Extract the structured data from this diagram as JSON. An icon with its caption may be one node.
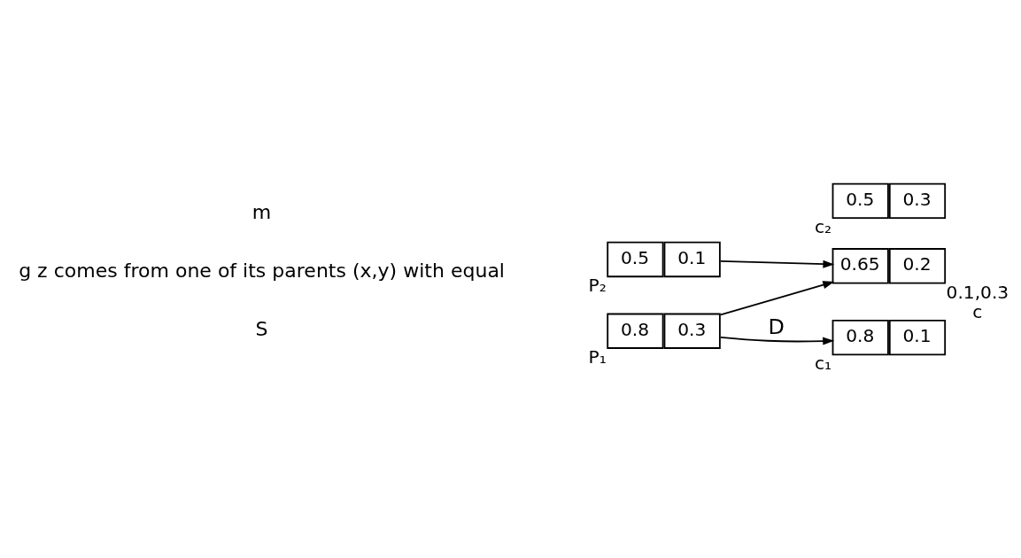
{
  "diagram": {
    "nodes": [
      {
        "text": [
          "0.8",
          "0.3"
        ],
        "beside": [
          "P₁"
        ]
      },
      {
        "text": [
          "0.5",
          "0.1"
        ],
        "beside": [
          "P₂"
        ]
      },
      {
        "text": [
          "0.8",
          "0.1"
        ],
        "beside": [
          "c₁"
        ]
      },
      {
        "text": [
          "0.5",
          "0.3"
        ],
        "beside": [
          "c₂"
        ]
      },
      {
        "text": [
          "0.65",
          "0.2"
        ],
        "beside": [
          "0.1,0.3",
          "c"
        ]
      }
    ],
    "edges": [
      {
        "from": 0,
        "to": 2,
        "arrow": "to",
        "label": "D"
      },
      {
        "from": 0,
        "to": 4,
        "arrow": "to"
      },
      {
        "from": 1,
        "to": 4,
        "arrow": "to"
      }
    ],
    "labels": [
      "S",
      "g z comes from one of its parents (x,y) with equal",
      "m"
    ]
  }
}
